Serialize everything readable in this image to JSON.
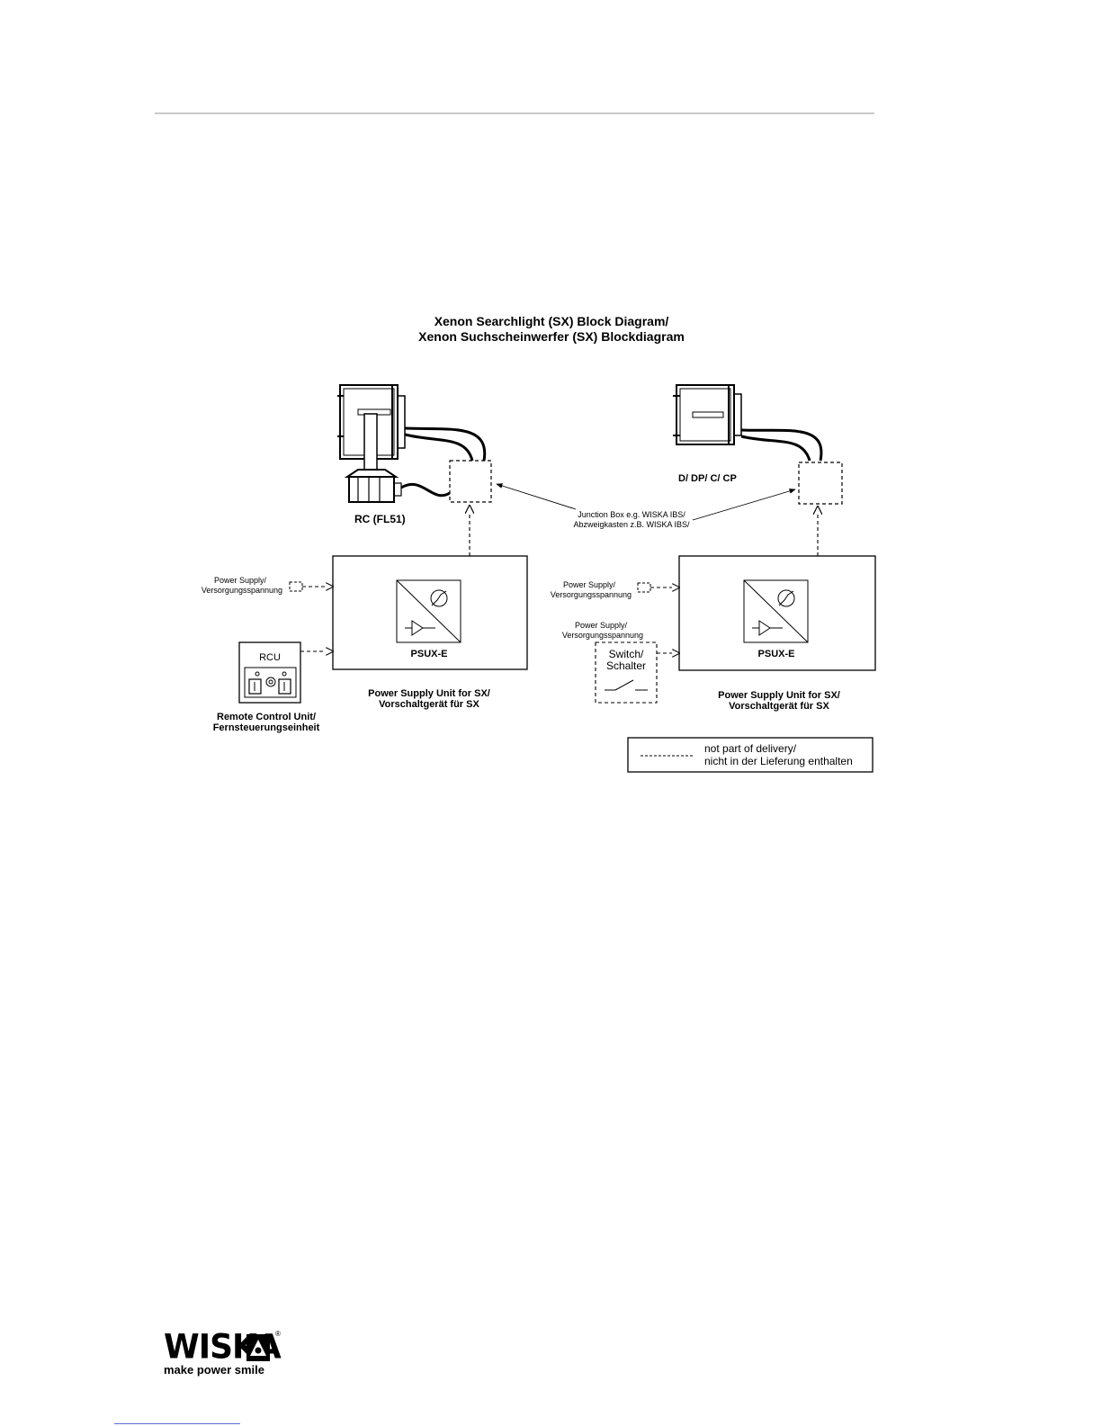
{
  "title": {
    "line1": "Xenon Searchlight (SX) Block Diagram/",
    "line2": "Xenon Suchscheinwerfer (SX) Blockdiagram"
  },
  "left": {
    "device_label": "RC (FL51)",
    "power_supply": {
      "line1": "Power Supply/",
      "line2": "Versorgungsspannung"
    },
    "psu_label": "PSUX-E",
    "psu_caption": {
      "line1": "Power Supply Unit for SX/",
      "line2": "Vorschaltgerät für SX"
    },
    "rcu_label": "RCU",
    "rcu_caption": {
      "line1": "Remote Control Unit/",
      "line2": "Fernsteuerungseinheit"
    }
  },
  "junction": {
    "line1": "Junction Box e.g. WISKA IBS/",
    "line2": "Abzweigkasten z.B. WISKA IBS/"
  },
  "right": {
    "device_label": "D/ DP/ C/ CP",
    "power_supply": {
      "line1": "Power Supply/",
      "line2": "Versorgungsspannung"
    },
    "switch_supply": {
      "line1": "Power Supply/",
      "line2": "Versorgungsspannung"
    },
    "switch_label": {
      "line1": "Switch/",
      "line2": "Schalter"
    },
    "psu_label": "PSUX-E",
    "psu_caption": {
      "line1": "Power Supply Unit for SX/",
      "line2": "Vorschaltgerät für SX"
    }
  },
  "legend": {
    "line1": "not part of delivery/",
    "line2": "nicht in der Lieferung enthalten"
  },
  "footer": {
    "brand": "WISKA",
    "tagline": "make power smile",
    "reg": "®"
  }
}
